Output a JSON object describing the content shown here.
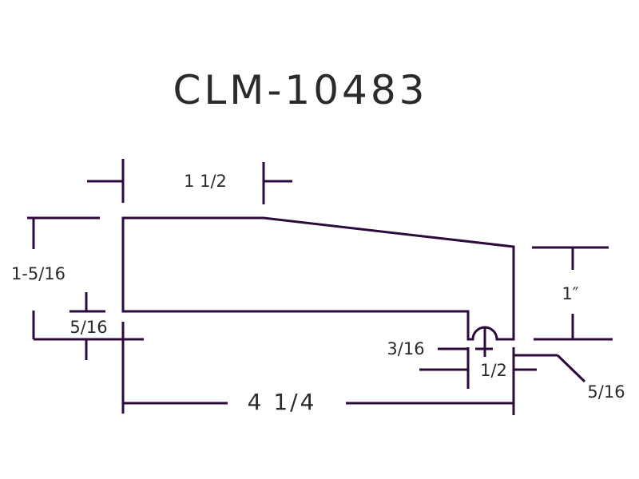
{
  "title": "CLM-10483",
  "dimensions": {
    "top_width": "1 1/2",
    "overall_height": "1-5/16",
    "bottom_thickness": "5/16",
    "right_height": "1″",
    "groove_depth": "3/16",
    "groove_width": "1/2",
    "right_lip": "5/16",
    "overall_width": "4 1/4"
  },
  "colors": {
    "line": "#2d0a3c",
    "text": "#2a2a2a"
  }
}
